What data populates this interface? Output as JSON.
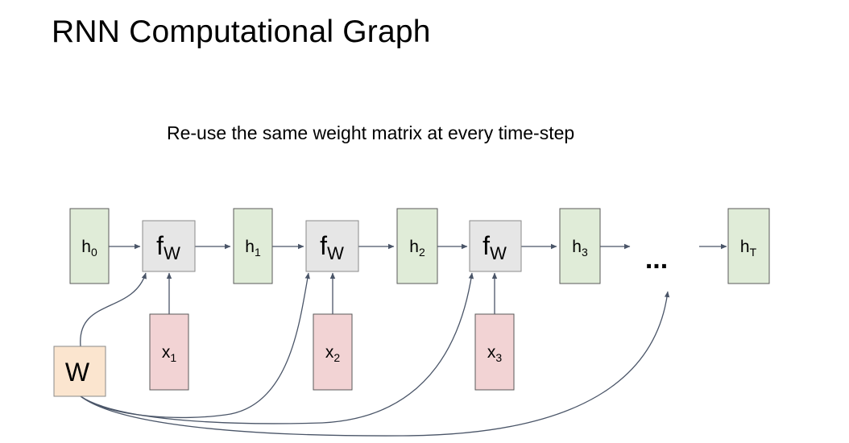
{
  "title": "RNN Computational Graph",
  "subtitle": "Re-use the same weight matrix at every time-step",
  "colors": {
    "hidden_fill": "#e0ecd8",
    "hidden_stroke": "#5a5a5a",
    "func_fill": "#e6e6e6",
    "func_stroke": "#8a8a8a",
    "input_fill": "#f2d3d4",
    "input_stroke": "#5a5a5a",
    "weight_fill": "#fbe5cf",
    "weight_stroke": "#8a8a8a",
    "edge": "#4a5568"
  },
  "nodes": {
    "hidden": [
      {
        "base": "h",
        "sub": "0"
      },
      {
        "base": "h",
        "sub": "1"
      },
      {
        "base": "h",
        "sub": "2"
      },
      {
        "base": "h",
        "sub": "3"
      },
      {
        "base": "h",
        "sub": "T"
      }
    ],
    "functions": [
      {
        "base": "f",
        "sub": "W"
      },
      {
        "base": "f",
        "sub": "W"
      },
      {
        "base": "f",
        "sub": "W"
      }
    ],
    "inputs": [
      {
        "base": "x",
        "sub": "1"
      },
      {
        "base": "x",
        "sub": "2"
      },
      {
        "base": "x",
        "sub": "3"
      }
    ],
    "weight": {
      "label": "W"
    },
    "ellipsis": "..."
  }
}
